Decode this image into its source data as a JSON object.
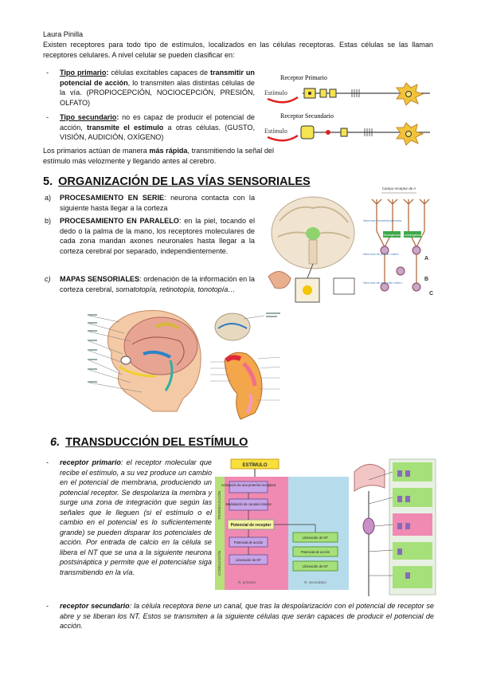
{
  "author": "Laura Pinilla",
  "intro": "Existen receptores para todo tipo de estímulos, localizados en las células receptoras. Estas células se las llaman receptores celulares. A nivel celular se pueden clasificar en:",
  "types": [
    {
      "bullet": "-",
      "name": "Tipo primario",
      "rest1": "células excitables capaces de ",
      "bold": "transmitir un potencial de acción",
      "rest2": ", lo transmiten alas distintas células de la vía. (PROPIOCEPCIÓN, NOCIOCEPCIÓN, PRESIÓN, OLFATO)"
    },
    {
      "bullet": "-",
      "name": "Tipo secundario",
      "rest1": "no es capaz de producir el potencial de acción, ",
      "bold": "transmite el estímulo",
      "rest2": " a otras células. (GUSTO, VISIÓN, AUDICIÓN, OXÍGENO)"
    }
  ],
  "summary_a": "Los primarios actúan de manera ",
  "summary_bold": "más rápida",
  "summary_b": ", transmitiendo la señal del estímulo más velozmente y llegando antes al cerebro.",
  "receptor_fig": {
    "primary_label": "Receptor Primario",
    "secondary_label": "Receptor Secundario",
    "stimulus": "Estímulo"
  },
  "section5": {
    "num": "5.",
    "title": "ORGANIZACIÓN DE LAS VÍAS SENSORIALES",
    "items": [
      {
        "letter": "a)",
        "label": "PROCESAMIENTO EN SERIE",
        "text": ": neurona contacta con la siguiente hasta llegar a la corteza"
      },
      {
        "letter": "b)",
        "label": "PROCESAMIENTO EN PARALELO",
        "text": ": en la piel, tocando el dedo o la palma de la mano, los receptores moleculares de cada zona mandan axones neuronales hasta llegar a la corteza cerebral por separado, independientemente."
      },
      {
        "letter": "c)",
        "label": "MAPAS SENSORIALES",
        "text": ": ordenación de la información en la corteza cerebral, ",
        "italic": "somatotopía, retinotopía, tonotopía…"
      }
    ],
    "parallel_fig": {
      "top": "Campo receptor de A",
      "left1": "Neurona sensorial primaria",
      "left2": "Neurona de primer orden",
      "left3": "Neurona de segundo orden",
      "mid": "Divergencia",
      "mid2": "Convergencia",
      "a": "A",
      "b": "B",
      "c": "C"
    }
  },
  "section6": {
    "num": "6.",
    "title": "TRANSDUCCIÓN DEL ESTÍMULO",
    "primary_label": "receptor primario",
    "primary_text": ": el receptor molecular que recibe el estímulo, a su vez produce un cambio en el potencial de membrana, produciendo un potencial receptor. Se despolariza la membra y surge una zona de integración que según las señales que le lleguen (si el estímulo o el cambio en el potencial es lo suficientemente grande) se pueden disparar los potenciales de acción. Por entrada de calcio en la célula se libera el NT que se una a la siguiente neurona postsináptica y permite que el potencialse siga transmitiendo en la vía.",
    "secondary_label": "receptor secundario",
    "secondary_text": ": la célula receptora tiene un canal, que tras la despolarización con el potencial de receptor se abre y se liberan los NT. Estos se transmiten a la siguiente células que serán capaces de producir el potencial de acción.",
    "flow": {
      "stimulus": "ESTÍMULO",
      "step1": "Activación de una proteína receptora",
      "step2": "Modulación de canales iónicos",
      "step3": "Potencial de receptor",
      "step4": "Potencial de acción",
      "step5": "Liberación de NT",
      "r1": "Liberación de NT",
      "r2": "Potencial de acción",
      "r3": "Liberación de NT",
      "side1": "TRANSDUCCIÓN",
      "side2": "CONDUCCIÓN",
      "foot1": "R. primario",
      "foot2": "R. secundario"
    }
  }
}
